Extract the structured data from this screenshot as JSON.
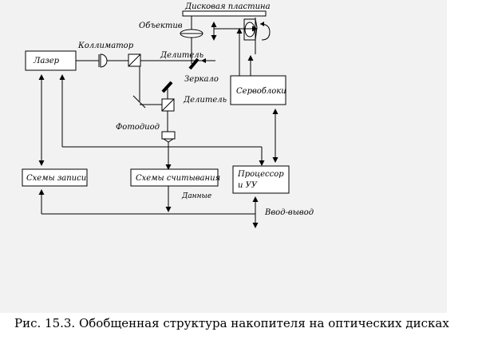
{
  "labels": {
    "disk": "Дисковая пластина",
    "objective": "Объектив",
    "collimator": "Коллиматор",
    "laser": "Лазер",
    "splitter_top": "Делитель",
    "mirror": "Зеркало",
    "splitter_bottom": "Делитель",
    "servo": "Сервоблоки",
    "photodiode": "Фотодиод",
    "write_circuits": "Схемы записи",
    "read_circuits": "Схемы считывания",
    "processor_line1": "Процессор",
    "processor_line2": "и УУ",
    "data": "Данные",
    "io": "Ввод-вывод"
  },
  "caption": "Рис. 15.3. Обобщенная структура накопителя на оптических дисках"
}
